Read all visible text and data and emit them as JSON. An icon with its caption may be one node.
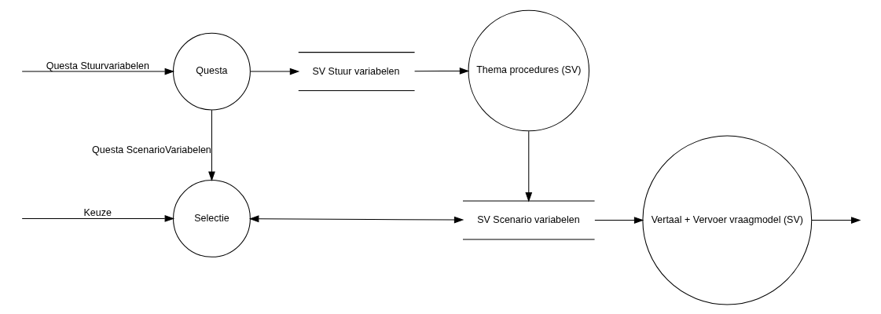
{
  "diagram": {
    "nodes": [
      {
        "text": [
          "Questa"
        ]
      },
      {
        "text": [
          "SV Stuur variabelen"
        ]
      },
      {
        "text": [
          "Thema procedures (SV)"
        ]
      },
      {
        "text": [
          "Selectie"
        ]
      },
      {
        "text": [
          "SV Scenario variabelen"
        ]
      },
      {
        "text": [
          "Vertaal + Vervoer vraagmodel (SV)"
        ]
      }
    ],
    "edges": [
      {
        "from": null,
        "to": 0,
        "arrow": "to",
        "label": "Questa Stuurvariabelen"
      },
      {
        "from": 0,
        "to": 1,
        "arrow": "to"
      },
      {
        "from": 1,
        "to": 2,
        "arrow": "to"
      },
      {
        "from": 0,
        "to": 3,
        "arrow": "to",
        "label": "Questa ScenarioVariabelen"
      },
      {
        "from": null,
        "to": 3,
        "arrow": "to",
        "label": "Keuze"
      },
      {
        "from": 3,
        "to": 4,
        "arrow": "both"
      },
      {
        "from": 2,
        "to": 4,
        "arrow": "to"
      },
      {
        "from": 4,
        "to": 5,
        "arrow": "to"
      },
      {
        "from": 5,
        "to": null,
        "arrow": "to"
      }
    ]
  }
}
